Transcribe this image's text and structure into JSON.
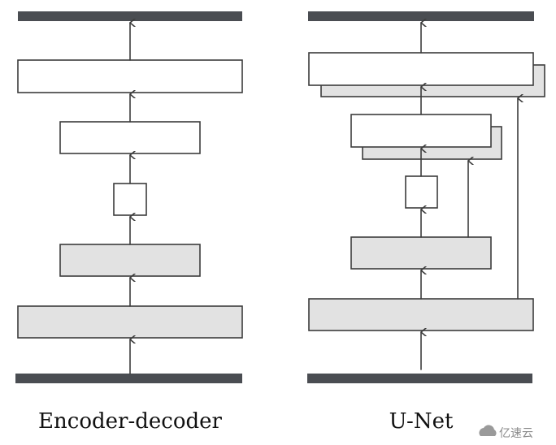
{
  "left_diagram": {
    "caption": "Encoder-decoder"
  },
  "right_diagram": {
    "caption": "U-Net"
  },
  "watermark": {
    "text": "亿速云",
    "icon": "cloud-logo-icon"
  },
  "colors": {
    "bar": "#4a4d52",
    "box_fill_white": "#ffffff",
    "box_fill_gray": "#e2e2e2",
    "stroke": "#3c3c3c"
  }
}
